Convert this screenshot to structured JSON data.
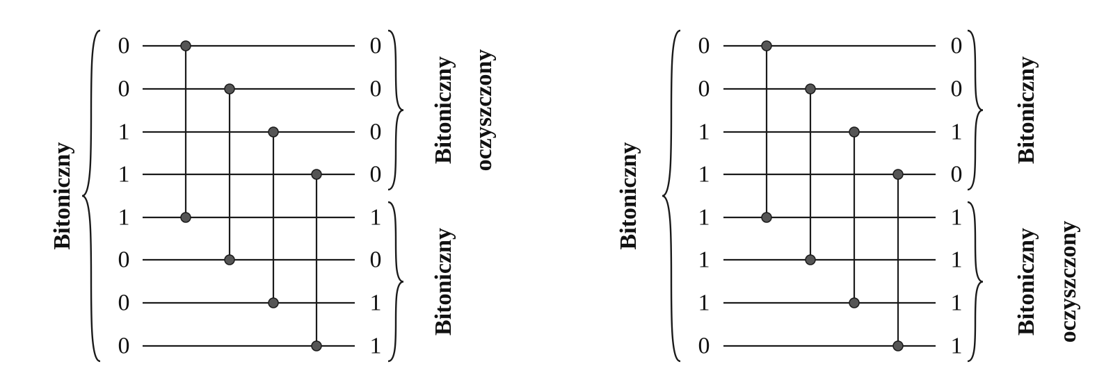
{
  "panels": [
    {
      "id": "left",
      "left_label": "Bitoniczny",
      "inputs": [
        "0",
        "0",
        "1",
        "1",
        "1",
        "0",
        "0",
        "0"
      ],
      "outputs": [
        "0",
        "0",
        "0",
        "0",
        "1",
        "0",
        "1",
        "1"
      ],
      "comparators": [
        [
          0,
          4
        ],
        [
          1,
          5
        ],
        [
          2,
          6
        ],
        [
          3,
          7
        ]
      ],
      "top_group": {
        "lines": [
          "Bitoniczny",
          "oczyszczony"
        ]
      },
      "bottom_group": {
        "lines": [
          "Bitoniczny"
        ]
      }
    },
    {
      "id": "right",
      "left_label": "Bitoniczny",
      "inputs": [
        "0",
        "0",
        "1",
        "1",
        "1",
        "1",
        "1",
        "0"
      ],
      "outputs": [
        "0",
        "0",
        "1",
        "0",
        "1",
        "1",
        "1",
        "1"
      ],
      "comparators": [
        [
          0,
          4
        ],
        [
          1,
          5
        ],
        [
          2,
          6
        ],
        [
          3,
          7
        ]
      ],
      "top_group": {
        "lines": [
          "Bitoniczny"
        ]
      },
      "bottom_group": {
        "lines": [
          "Bitoniczny",
          "oczyszczony"
        ]
      }
    }
  ]
}
